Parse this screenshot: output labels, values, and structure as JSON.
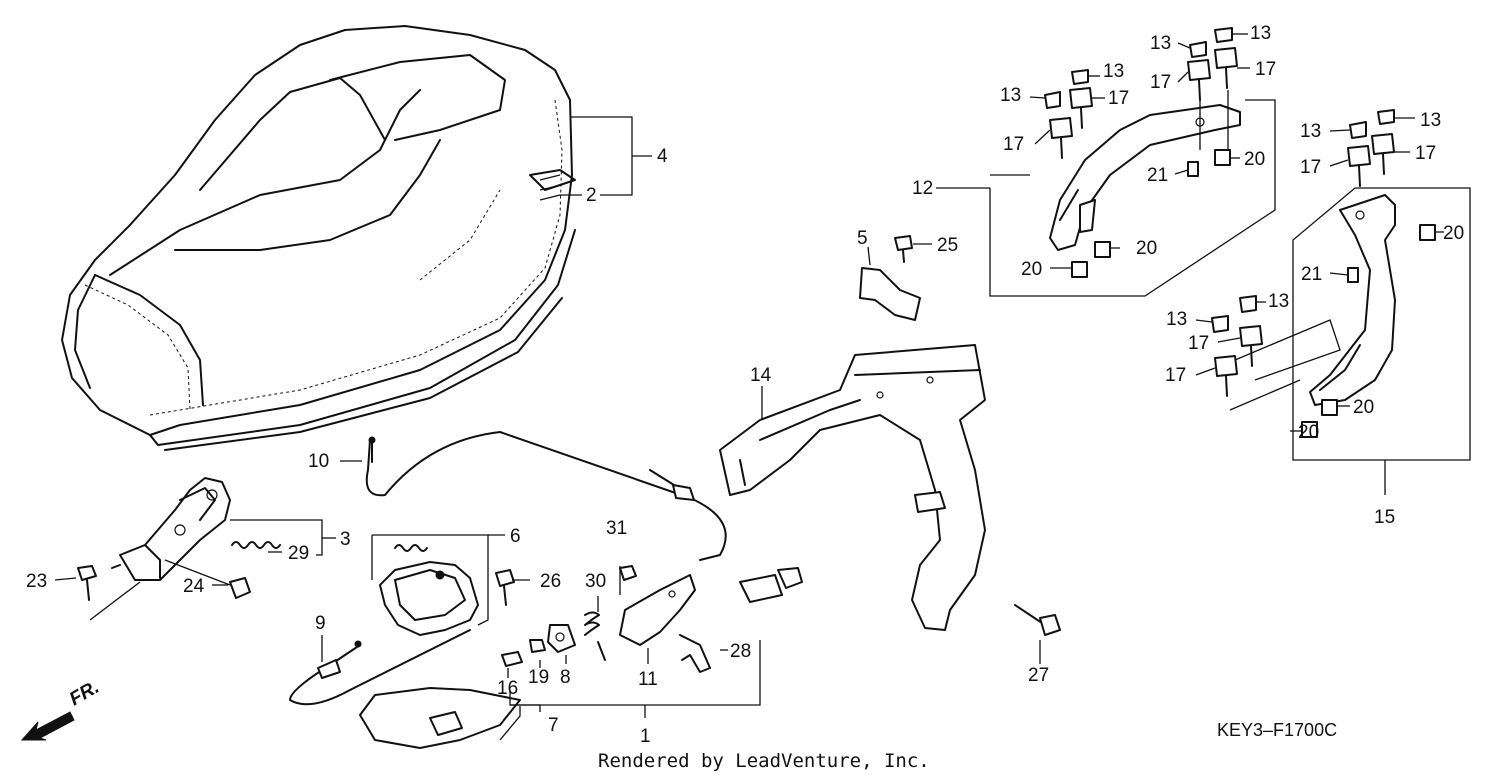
{
  "diagram": {
    "callouts": [
      {
        "id": "c1",
        "text": "1"
      },
      {
        "id": "c2",
        "text": "2"
      },
      {
        "id": "c3",
        "text": "3"
      },
      {
        "id": "c4",
        "text": "4"
      },
      {
        "id": "c5",
        "text": "5"
      },
      {
        "id": "c6",
        "text": "6"
      },
      {
        "id": "c7",
        "text": "7"
      },
      {
        "id": "c8",
        "text": "8"
      },
      {
        "id": "c9",
        "text": "9"
      },
      {
        "id": "c10",
        "text": "10"
      },
      {
        "id": "c11",
        "text": "11"
      },
      {
        "id": "c12",
        "text": "12"
      },
      {
        "id": "c13a",
        "text": "13"
      },
      {
        "id": "c13b",
        "text": "13"
      },
      {
        "id": "c13c",
        "text": "13"
      },
      {
        "id": "c13d",
        "text": "13"
      },
      {
        "id": "c13e",
        "text": "13"
      },
      {
        "id": "c13f",
        "text": "13"
      },
      {
        "id": "c13g",
        "text": "13"
      },
      {
        "id": "c13h",
        "text": "13"
      },
      {
        "id": "c14",
        "text": "14"
      },
      {
        "id": "c15",
        "text": "15"
      },
      {
        "id": "c16",
        "text": "16"
      },
      {
        "id": "c17a",
        "text": "17"
      },
      {
        "id": "c17b",
        "text": "17"
      },
      {
        "id": "c17c",
        "text": "17"
      },
      {
        "id": "c17d",
        "text": "17"
      },
      {
        "id": "c17e",
        "text": "17"
      },
      {
        "id": "c17f",
        "text": "17"
      },
      {
        "id": "c17g",
        "text": "17"
      },
      {
        "id": "c17h",
        "text": "17"
      },
      {
        "id": "c19",
        "text": "19"
      },
      {
        "id": "c20a",
        "text": "20"
      },
      {
        "id": "c20b",
        "text": "20"
      },
      {
        "id": "c20c",
        "text": "20"
      },
      {
        "id": "c20d",
        "text": "20"
      },
      {
        "id": "c20e",
        "text": "20"
      },
      {
        "id": "c20f",
        "text": "20"
      },
      {
        "id": "c21a",
        "text": "21"
      },
      {
        "id": "c21b",
        "text": "21"
      },
      {
        "id": "c23",
        "text": "23"
      },
      {
        "id": "c24",
        "text": "24"
      },
      {
        "id": "c25",
        "text": "25"
      },
      {
        "id": "c26",
        "text": "26"
      },
      {
        "id": "c27",
        "text": "27"
      },
      {
        "id": "c28",
        "text": "28"
      },
      {
        "id": "c29",
        "text": "29"
      },
      {
        "id": "c30",
        "text": "30"
      },
      {
        "id": "c31",
        "text": "31"
      }
    ],
    "drawing_code": "KEY3–F1700C",
    "credit": "Rendered by LeadVenture, Inc.",
    "direction_mark": "FR.",
    "icons": [
      "front-direction-arrow-icon"
    ]
  }
}
